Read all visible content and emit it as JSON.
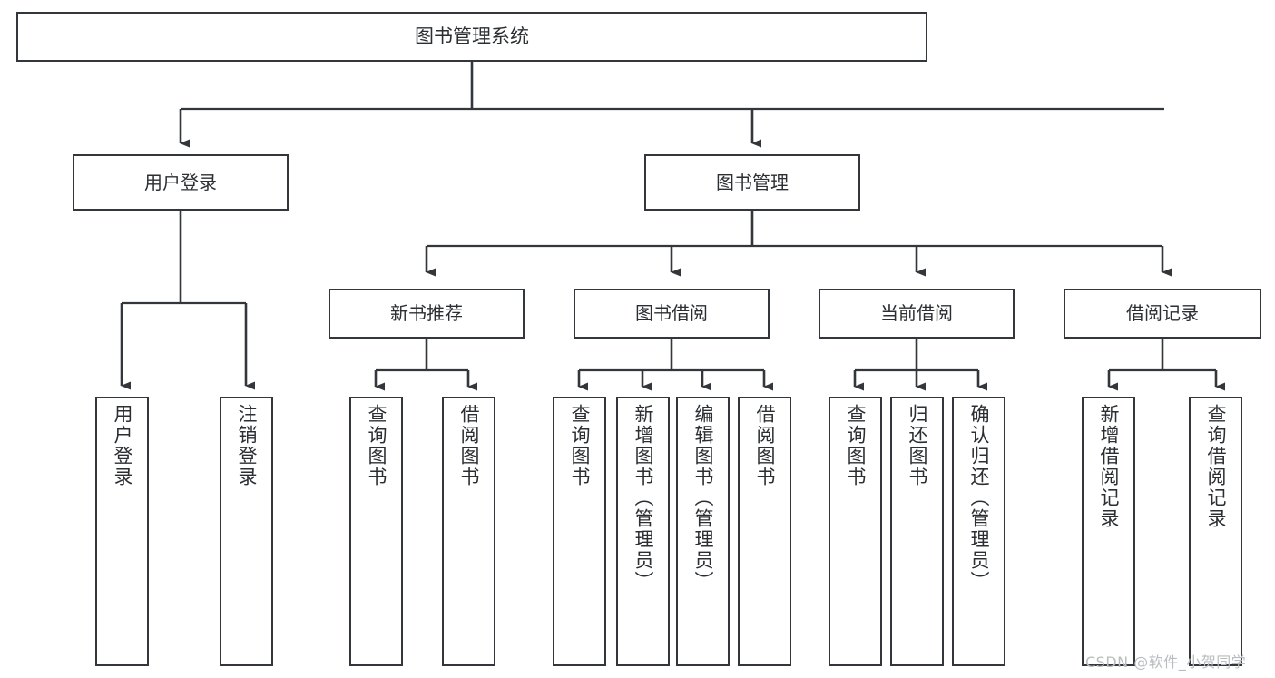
{
  "diagram": {
    "type": "tree",
    "title": "图书管理系统",
    "orientation": "top-down",
    "watermark": "CSDN @软件_小贺同学",
    "colors": {
      "background": "#ffffff",
      "box_border": "#33373b",
      "box_fill": "#ffffff",
      "text": "#2b2f33",
      "connector": "#33373b",
      "watermark": "#b9bcc0"
    },
    "nodes": {
      "root": {
        "label": "图书管理系统"
      },
      "level2": [
        {
          "label": "用户登录"
        },
        {
          "label": "图书管理"
        }
      ],
      "level3": [
        {
          "label": "新书推荐"
        },
        {
          "label": "图书借阅"
        },
        {
          "label": "当前借阅"
        },
        {
          "label": "借阅记录"
        }
      ],
      "leaves": [
        {
          "label": "用户登录",
          "parent": "用户登录"
        },
        {
          "label": "注销登录",
          "parent": "用户登录"
        },
        {
          "label": "查询图书",
          "parent": "新书推荐"
        },
        {
          "label": "借阅图书",
          "parent": "新书推荐"
        },
        {
          "label": "查询图书",
          "parent": "图书借阅"
        },
        {
          "label": "新增图书（管理员）",
          "parent": "图书借阅"
        },
        {
          "label": "编辑图书（管理员）",
          "parent": "图书借阅"
        },
        {
          "label": "借阅图书",
          "parent": "图书借阅"
        },
        {
          "label": "查询图书",
          "parent": "当前借阅"
        },
        {
          "label": "归还图书",
          "parent": "当前借阅"
        },
        {
          "label": "确认归还（管理员）",
          "parent": "当前借阅"
        },
        {
          "label": "新增借阅记录",
          "parent": "借阅记录"
        },
        {
          "label": "查询借阅记录",
          "parent": "借阅记录"
        }
      ]
    }
  }
}
